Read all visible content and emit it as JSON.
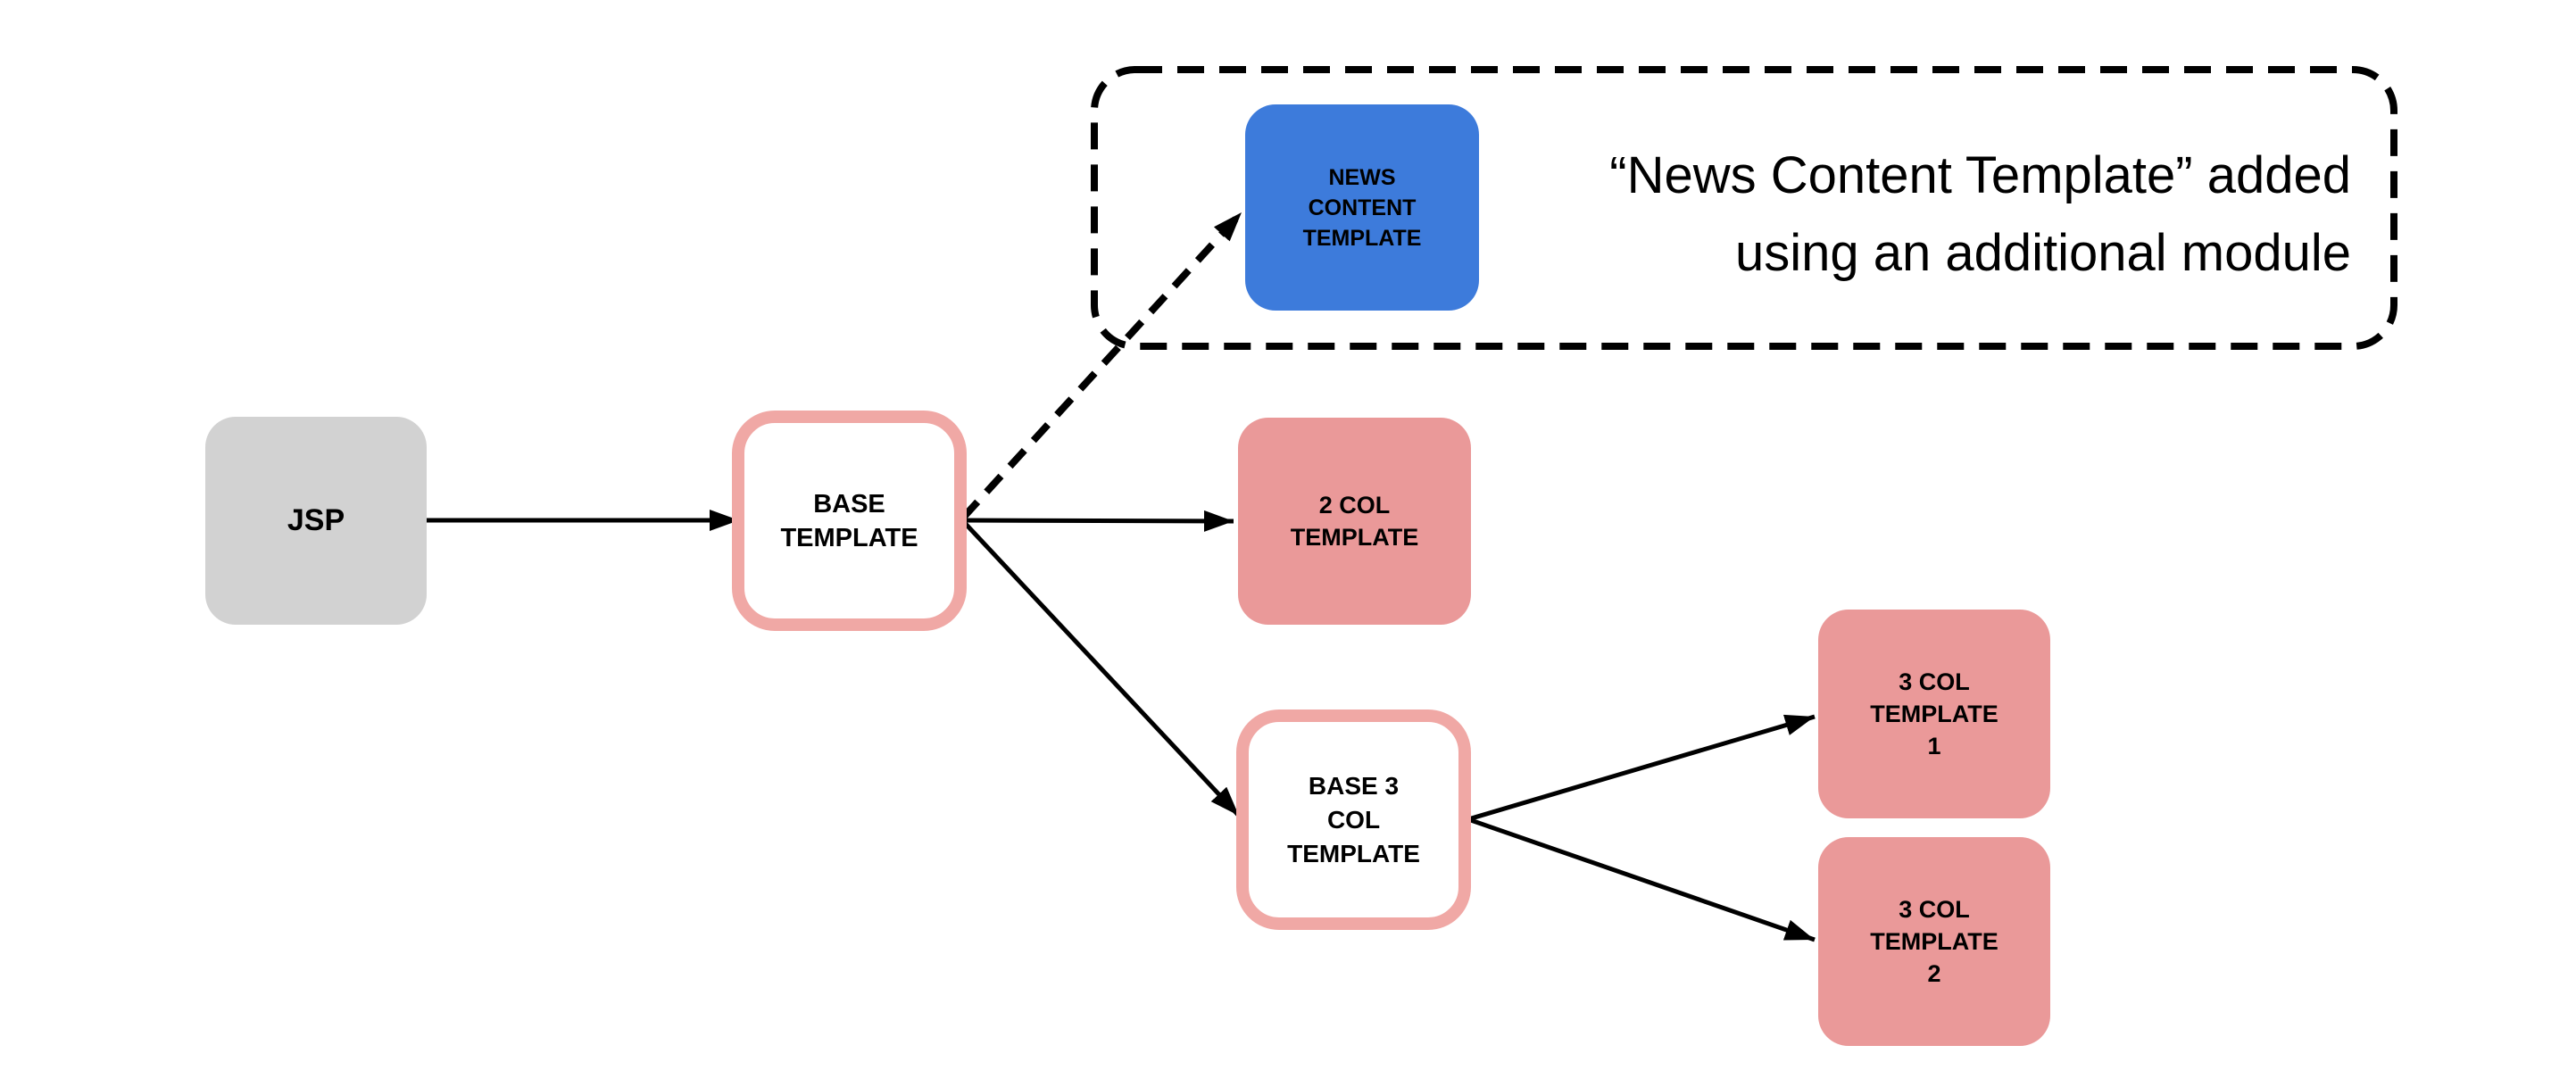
{
  "diagram": {
    "background": "#ffffff",
    "colors": {
      "gray": "#d2d2d2",
      "salmon": "#ea9999",
      "pink_border": "#f0a8a5",
      "blue": "#3d7bdb",
      "line": "#000000",
      "text": "#000000",
      "background": "#ffffff"
    },
    "nodes": {
      "jsp": {
        "label": "JSP",
        "lines": [
          "JSP"
        ]
      },
      "base_template": {
        "label": "BASE TEMPLATE",
        "lines": [
          "BASE",
          "TEMPLATE"
        ]
      },
      "news_content_template": {
        "label": "NEWS CONTENT TEMPLATE",
        "lines": [
          "NEWS",
          "CONTENT",
          "TEMPLATE"
        ]
      },
      "two_col_template": {
        "label": "2 COL TEMPLATE",
        "lines": [
          "2 COL",
          "TEMPLATE"
        ]
      },
      "base_3_col_template": {
        "label": "BASE 3 COL TEMPLATE",
        "lines": [
          "BASE 3",
          "COL",
          "TEMPLATE"
        ]
      },
      "three_col_template_1": {
        "label": "3 COL TEMPLATE 1",
        "lines": [
          "3 COL",
          "TEMPLATE",
          "1"
        ]
      },
      "three_col_template_2": {
        "label": "3 COL TEMPLATE 2",
        "lines": [
          "3 COL",
          "TEMPLATE",
          "2"
        ]
      }
    },
    "annotation": {
      "lines": [
        "“News Content Template” added",
        "using an additional module"
      ]
    },
    "edges": [
      {
        "from": "jsp",
        "to": "base-template",
        "style": "solid"
      },
      {
        "from": "base-template",
        "to": "news-content-template",
        "style": "dashed"
      },
      {
        "from": "base-template",
        "to": "two-col-template",
        "style": "solid"
      },
      {
        "from": "base-template",
        "to": "base-3-col-template",
        "style": "solid"
      },
      {
        "from": "base-3-col-template",
        "to": "three-col-template-1",
        "style": "solid"
      },
      {
        "from": "base-3-col-template",
        "to": "three-col-template-2",
        "style": "solid"
      }
    ]
  }
}
